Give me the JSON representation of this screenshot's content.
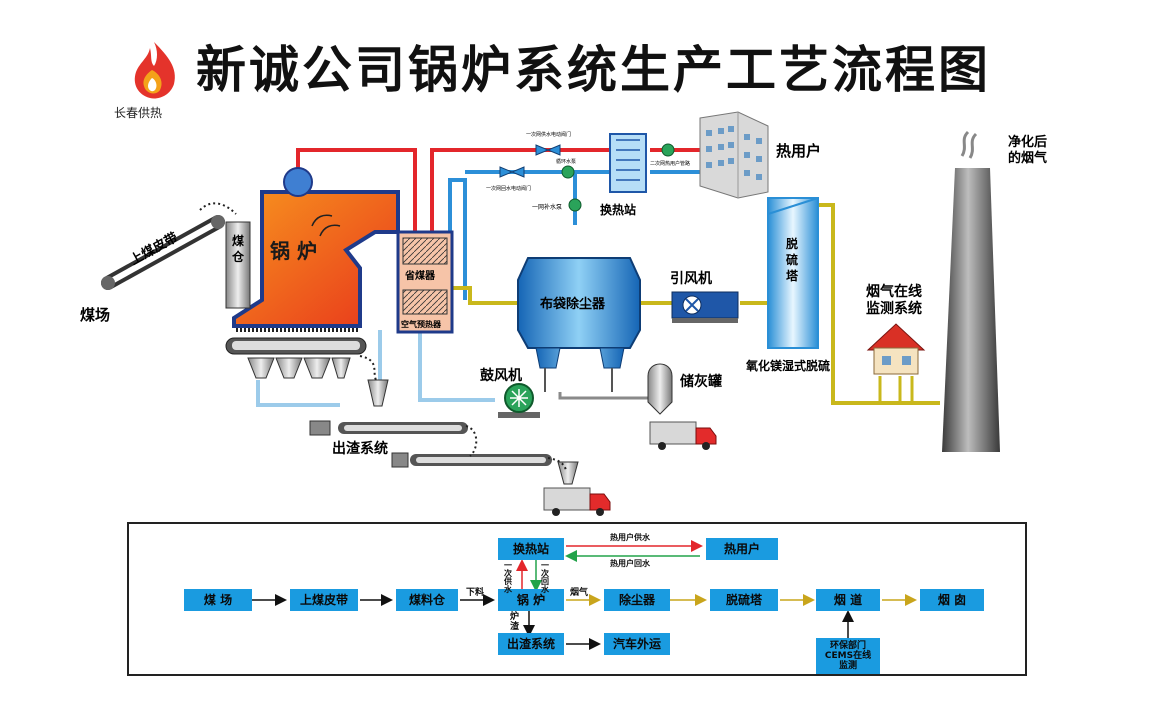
{
  "title": "新诚公司锅炉系统生产工艺流程图",
  "logo_text": "长春供热",
  "icons": {
    "logo": "flame-logo-icon"
  },
  "colors": {
    "supply_pipe": "#e3262b",
    "return_pipe": "#2c8fd8",
    "flue_gas": "#c9b81c",
    "air": "#9ccbea",
    "boiler": "#f26a1c",
    "equipment": "#1e8ed6",
    "box": "#1a9be0"
  },
  "diagram": {
    "boiler": "锅 炉",
    "coal_bin": "煤\n仓",
    "coal_belt": "上煤皮带",
    "coal_yard": "煤场",
    "economizer": "省煤器",
    "air_preheater": "空气预热器",
    "bag_filter": "布袋除尘器",
    "id_fan": "引风机",
    "fd_fan": "鼓风机",
    "ash_silo": "储灰罐",
    "slag_system": "出渣系统",
    "desulf_tower": "脱\n硫\n塔",
    "desulf_method": "氧化镁湿式脱硫",
    "heat_station": "换热站",
    "heat_user": "热用户",
    "monitoring": "烟气在线\n监测系统",
    "stack_label": "净化后\n的烟气",
    "valve_supply": "一次网供水电动阀门",
    "valve_return": "一次网回水电动阀门",
    "pump_circ": "循环水泵",
    "pump_makeup": "一网补水泵",
    "pump_secondary": "二次网热用户管路"
  },
  "flow": {
    "boxes": {
      "coal_yard": "煤  场",
      "coal_belt": "上煤皮带",
      "coal_bunker": "煤料仓",
      "boiler": "锅  炉",
      "dust": "除尘器",
      "desulf": "脱硫塔",
      "flue": "烟  道",
      "chimney": "烟  囱",
      "heat_station": "换热站",
      "heat_user": "热用户",
      "slag": "出渣系统",
      "truck": "汽车外运",
      "env": "环保部门\nCEMS在线\n监测"
    },
    "labels": {
      "feed": "下料",
      "flue_gas": "烟气",
      "slag": "炉\n渣",
      "primary_supply": "一\n次\n供\n水",
      "primary_return": "一\n次\n回\n水",
      "user_supply": "热用户供水",
      "user_return": "热用户回水"
    }
  }
}
